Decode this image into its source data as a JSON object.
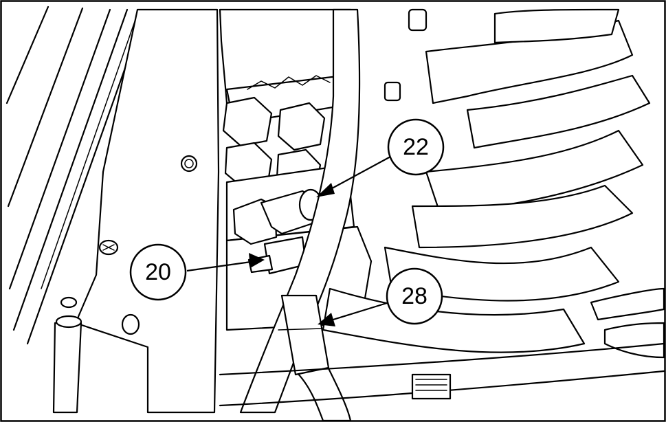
{
  "figure": {
    "callouts": [
      {
        "id": "c22",
        "label": "22"
      },
      {
        "id": "c20",
        "label": "20"
      },
      {
        "id": "c28",
        "label": "28"
      }
    ]
  }
}
